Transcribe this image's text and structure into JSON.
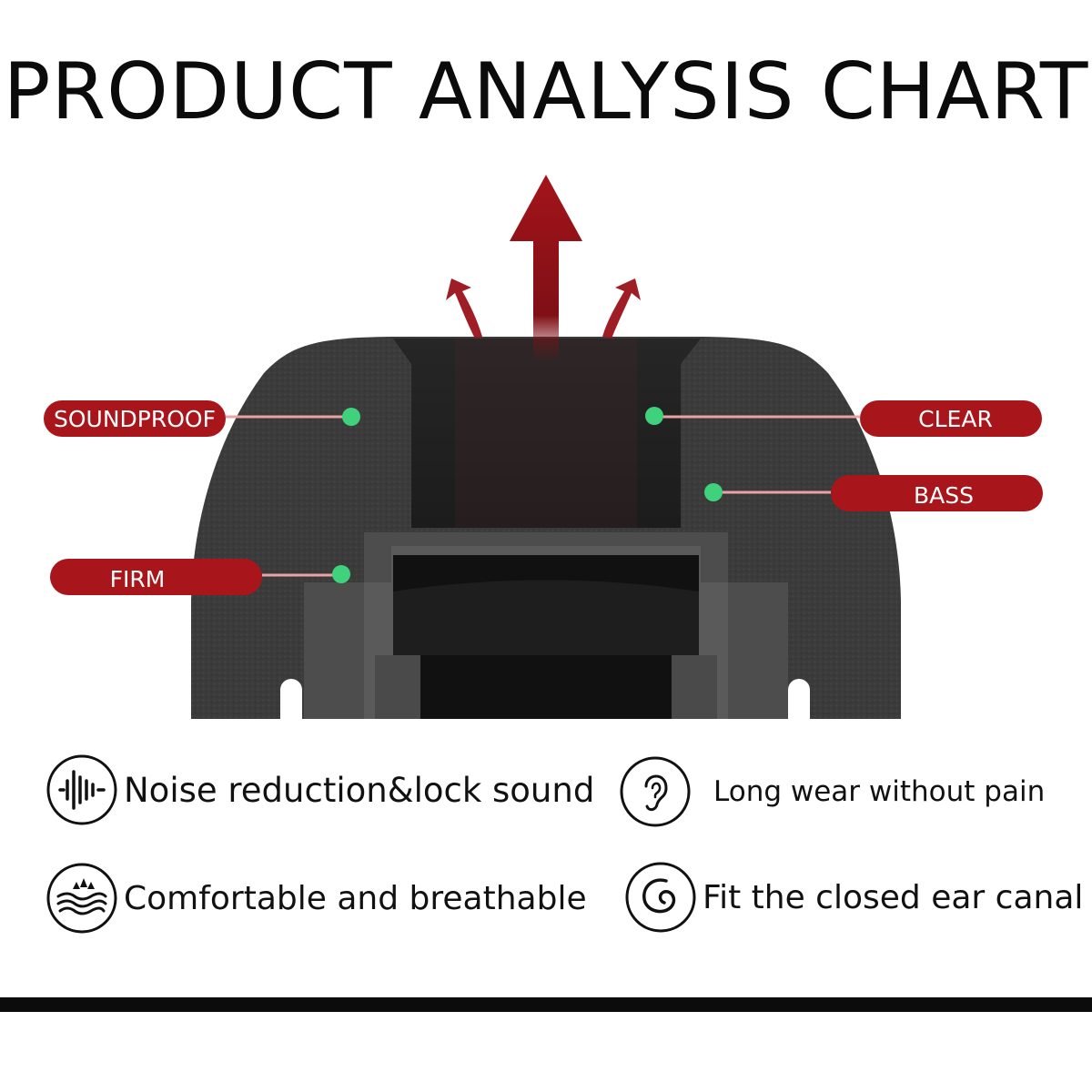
{
  "title": "PRODUCT ANALYSIS CHART",
  "labels": {
    "soundproof": "SOUNDPROOF",
    "clear": "CLEAR",
    "bass": "BASS",
    "firm": "FIRM"
  },
  "features": [
    {
      "icon": "sound-wave-icon",
      "text": "Noise reduction&lock sound"
    },
    {
      "icon": "ear-icon",
      "text": "Long wear without pain"
    },
    {
      "icon": "breathable-waves-icon",
      "text": "Comfortable and breathable"
    },
    {
      "icon": "spiral-fit-icon",
      "text": "Fit the closed ear canal"
    }
  ],
  "colors": {
    "label_red": "#a8161c",
    "arrow_red": "#9a1118",
    "foam": "#3a3a3a",
    "dot_green": "#3fd17c"
  }
}
